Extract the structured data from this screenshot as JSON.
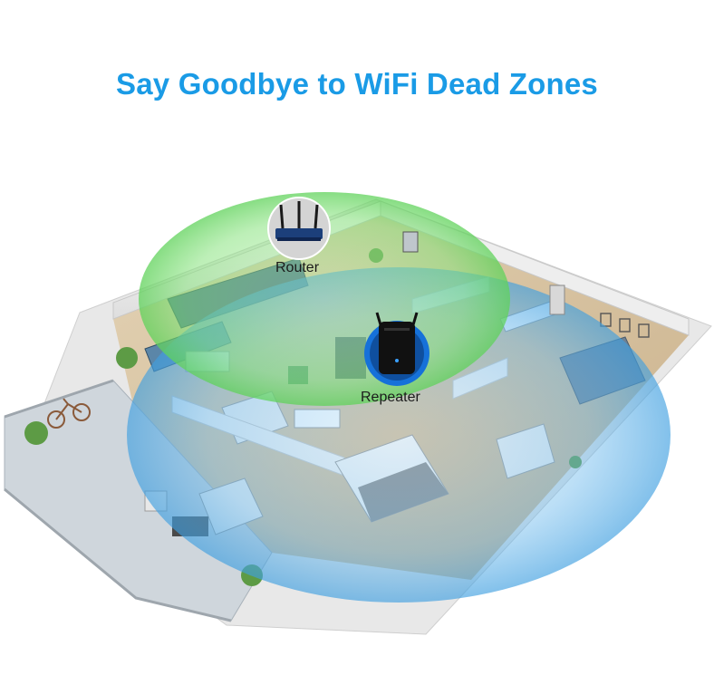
{
  "headline": "Say Goodbye to WiFi Dead Zones",
  "devices": {
    "router_label": "Router",
    "repeater_label": "Repeater"
  },
  "colors": {
    "headline": "#1a9be6",
    "router_coverage": "#7ee07a",
    "repeater_coverage": "#55aee8",
    "floor": "#d9c4a2",
    "wall": "#f1f1f1",
    "repeater_ring": "#1671d9"
  },
  "icons": [
    "router-icon",
    "repeater-icon",
    "bicycle-icon",
    "plant-icon",
    "sofa-icon",
    "bed-icon"
  ]
}
